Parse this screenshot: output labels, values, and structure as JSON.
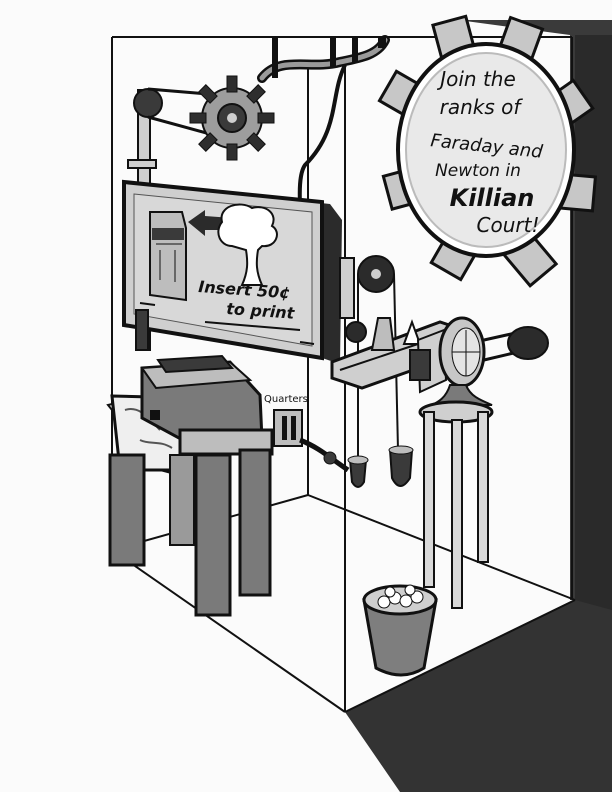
{
  "sign": {
    "line1": "Join the",
    "line2": "ranks of",
    "line3": "Faraday and",
    "line4": "Newton in",
    "line5": "Killian",
    "line6": "Court!"
  },
  "screen": {
    "line1": "Insert 50¢",
    "line2": "to print"
  },
  "coin_slot": {
    "label": "Quarters"
  },
  "colors": {
    "ink": "#111111",
    "shadow": "#2a2a2a",
    "mid_grey": "#8a8a8a",
    "light_grey": "#c9c9c9",
    "paper": "#fbfbfb"
  }
}
